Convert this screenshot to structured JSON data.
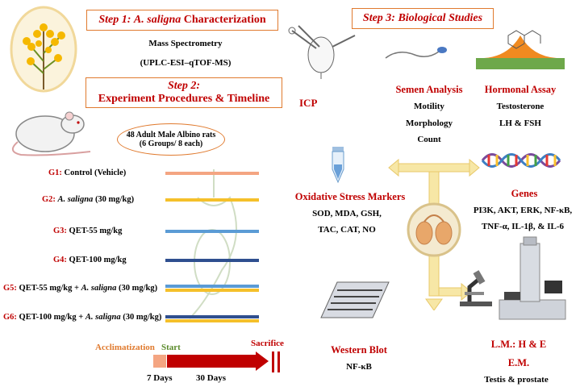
{
  "step1": {
    "prefix": "Step 1:",
    "italic": "A. saligna",
    "suffix": "Characterization",
    "line1": "Mass Spectrometry",
    "line2": "(UPLC-ESI–qTOF-MS)"
  },
  "step2": {
    "line1": "Step 2:",
    "line2": "Experiment Procedures & Timeline"
  },
  "step3": {
    "label": "Step 3: Biological Studies"
  },
  "rats": {
    "line1": "48 Adult Male Albino rats",
    "line2": "(6 Groups/ 8 each)"
  },
  "groups": [
    {
      "id": "G1:",
      "text": "Control (Vehicle)",
      "color": "#f4a582"
    },
    {
      "id": "G2:",
      "italic": "A. saligna",
      "text": " (30 mg/kg)",
      "color": "#f5c02a"
    },
    {
      "id": "G3:",
      "text": "QET-55 mg/kg",
      "color": "#5b9bd5"
    },
    {
      "id": "G4:",
      "text": "QET-100 mg/kg",
      "color": "#2f4f8f"
    },
    {
      "id": "G5:",
      "text": "QET-55 mg/kg  + ",
      "italic": "A. saligna",
      "tail": " (30 mg/kg)",
      "color": "#5b9bd5",
      "color2": "#f5c02a"
    },
    {
      "id": "G6:",
      "text": "QET-100 mg/kg + ",
      "italic": "A. saligna",
      "tail": " (30 mg/kg)",
      "color": "#2f4f8f",
      "color2": "#f5c02a"
    }
  ],
  "timeline": {
    "acclimatization": "Acclimatization",
    "start": "Start",
    "sacrifice": "Sacrifice",
    "days1": "7 Days",
    "days2": "30 Days",
    "acclim_color": "#f4a582",
    "main_color": "#c00000"
  },
  "icp": "ICP",
  "semen": {
    "title": "Semen Analysis",
    "items": [
      "Motility",
      "Morphology",
      "Count"
    ]
  },
  "hormonal": {
    "title": "Hormonal Assay",
    "items": [
      "Testosterone",
      "LH & FSH"
    ]
  },
  "oxidative": {
    "title": "Oxidative Stress Markers",
    "line1": "SOD, MDA, GSH,",
    "line2": "TAC, CAT, NO"
  },
  "genes": {
    "title": "Genes",
    "line1": "PI3K, AKT, ERK, NF-κB,",
    "line2": "TNF-α, IL-1β, & IL-6"
  },
  "western": {
    "title": "Western Blot",
    "item": "NF-κB"
  },
  "lm": {
    "line1": "L.M.: H & E",
    "line2": "E.M.",
    "line3": "Testis & prostate"
  },
  "colors": {
    "accent_red": "#c00000",
    "border_orange": "#e07a2e",
    "arrow_yellow": "#f7e7a6"
  }
}
